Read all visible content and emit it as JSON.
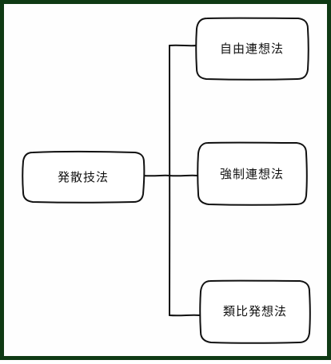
{
  "diagram": {
    "root": {
      "label": "発散技法"
    },
    "children": [
      {
        "label": "自由連想法"
      },
      {
        "label": "強制連想法"
      },
      {
        "label": "類比発想法"
      }
    ]
  }
}
